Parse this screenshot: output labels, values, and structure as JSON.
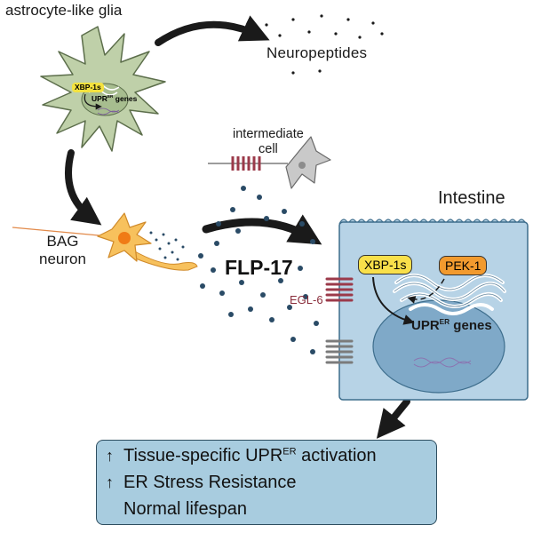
{
  "labels": {
    "glia": "astrocyte-like glia",
    "neuropeptides": "Neuropeptides",
    "intermediate_line1": "intermediate",
    "intermediate_line2": "cell",
    "bag_line1": "BAG",
    "bag_line2": "neuron",
    "flp17": "FLP-17",
    "egl6": "EGL-6",
    "intestine": "Intestine",
    "xbp1s": "XBP-1s",
    "pek1": "PEK-1",
    "xbp1s_glia": "XBP-1s",
    "upr_base": "UPR",
    "upr_sup": "ER",
    "upr_genes": " genes"
  },
  "outcome": {
    "arrow_glyph": "↑",
    "line1_text": "Tissue-specific UPR",
    "line1_sup": "ER",
    "line1_end": " activation",
    "line2_text": "ER Stress Resistance",
    "line3_text": "Normal lifespan"
  },
  "colors": {
    "glia_fill": "#bfd0a9",
    "glia_stroke": "#5c6e4b",
    "neuron_fill": "#f7c15d",
    "neuron_core": "#f07b16",
    "cell_fill": "#b7d3e6",
    "nucleus_fill": "#7fa9c8",
    "receptor": "#9b3a4a",
    "dots": "#2a4b66",
    "outcome_fill": "#a8ccdf"
  }
}
